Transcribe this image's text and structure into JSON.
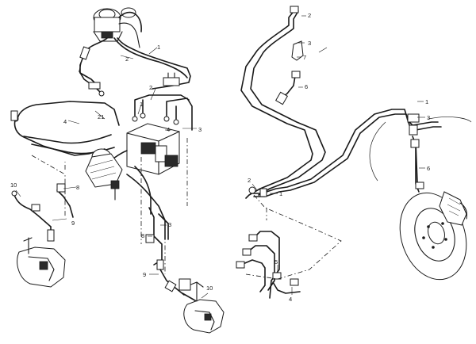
{
  "callouts": {
    "c1": "1",
    "c2": "2",
    "c3": "3",
    "c4": "4",
    "c5": "5",
    "c6": "6",
    "c7": "7",
    "c8": "8",
    "c9": "9",
    "c10": "10",
    "c21": "21"
  },
  "colors": {
    "ink": "#1a1a1a",
    "paper": "#ffffff"
  }
}
